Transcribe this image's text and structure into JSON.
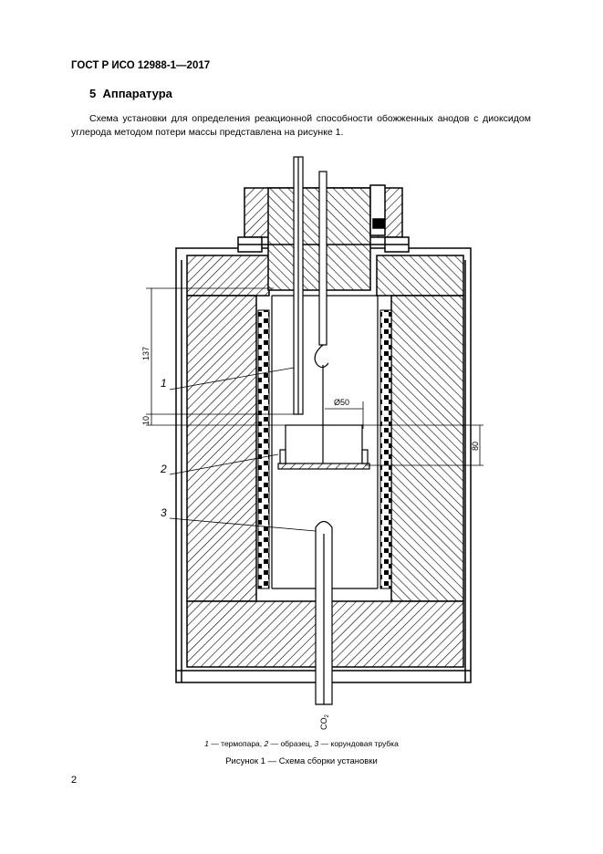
{
  "header": {
    "standard": "ГОСТ Р ИСО 12988-1—2017"
  },
  "section": {
    "number": "5",
    "title": "Аппаратура"
  },
  "paragraph": "Схема установки для определения реакционной способности обожженных анодов с диоксидом углерода методом потери массы представлена на рисунке 1.",
  "figure": {
    "labels": {
      "l1": "1",
      "l2": "2",
      "l3": "3"
    },
    "dims": {
      "d137": "137",
      "d10": "10",
      "d80": "80",
      "d50": "Ø50"
    },
    "gas": "CO",
    "gas_sub": "2",
    "legend": {
      "n1": "1",
      "t1": " — термопара, ",
      "n2": "2",
      "t2": " — образец, ",
      "n3": "3",
      "t3": " — корундовая трубка"
    },
    "caption": "Рисунок 1 — Схема сборки установки"
  },
  "page_number": "2"
}
